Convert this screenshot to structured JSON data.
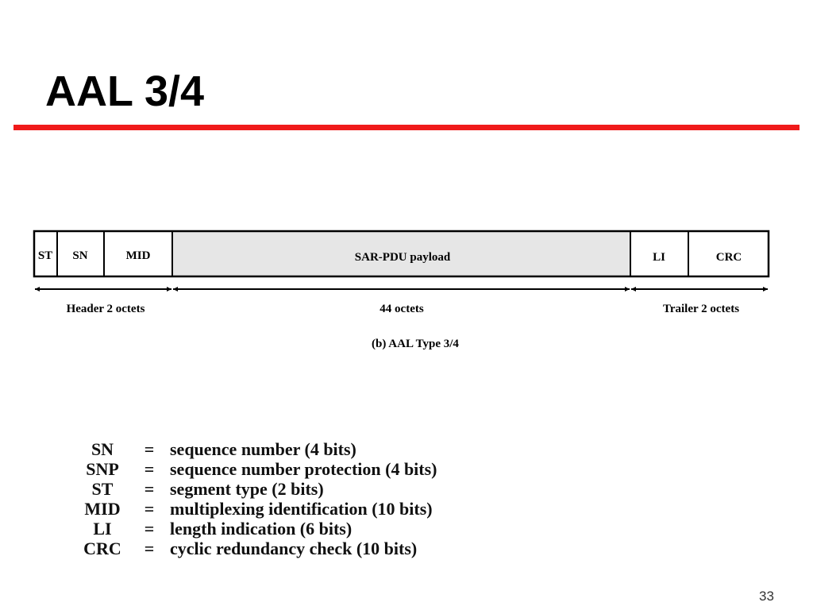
{
  "slide": {
    "title": "AAL 3/4",
    "page_number": "33",
    "accent_color": "#f01a1a"
  },
  "diagram": {
    "fields": [
      "ST",
      "SN",
      "MID",
      "SAR-PDU payload",
      "LI",
      "CRC"
    ],
    "payload_fill": "#e6e6e6",
    "dimensions": [
      "Header 2 octets",
      "44 octets",
      "Trailer 2 octets"
    ],
    "caption": "(b) AAL Type 3/4"
  },
  "legend": [
    {
      "abbr": "SN",
      "eq": "=",
      "meaning": "sequence number (4 bits)"
    },
    {
      "abbr": "SNP",
      "eq": "=",
      "meaning": "sequence number protection (4 bits)"
    },
    {
      "abbr": "ST",
      "eq": "=",
      "meaning": "segment type (2 bits)"
    },
    {
      "abbr": "MID",
      "eq": "=",
      "meaning": "multiplexing identification (10 bits)"
    },
    {
      "abbr": "LI",
      "eq": "=",
      "meaning": "length indication (6 bits)"
    },
    {
      "abbr": "CRC",
      "eq": "=",
      "meaning": "cyclic redundancy check (10 bits)"
    }
  ]
}
